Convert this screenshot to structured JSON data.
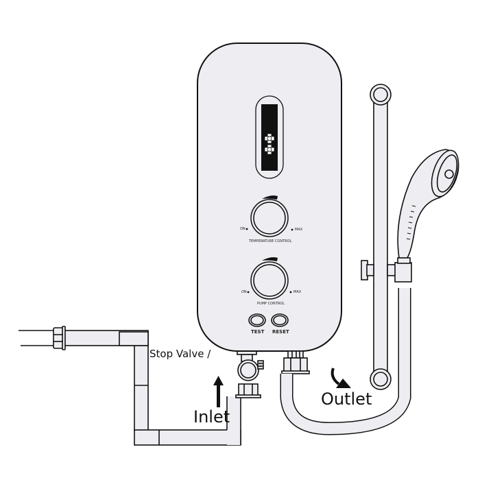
{
  "diagram": {
    "subject": "Instant electric water heater installation",
    "colors": {
      "background": "#ffffff",
      "body_fill": "#eeeef2",
      "outline": "#111111",
      "display": "#111111"
    }
  },
  "heater": {
    "display_icons": [
      "cross-indicator-icon",
      "cross-indicator-icon"
    ],
    "dials": [
      {
        "name": "temperature-control",
        "label": "TEMPERATURE CONTROL",
        "min_label": "ON",
        "max_label": "MAX"
      },
      {
        "name": "pump-control",
        "label": "PUMP CONTROL",
        "min_label": "ON",
        "max_label": "MAX"
      }
    ],
    "buttons": [
      {
        "name": "test",
        "label": "TEST"
      },
      {
        "name": "reset",
        "label": "RESET"
      }
    ]
  },
  "labels": {
    "stop_valve": "Stop Valve /",
    "inlet": "Inlet",
    "outlet": "Outlet"
  }
}
